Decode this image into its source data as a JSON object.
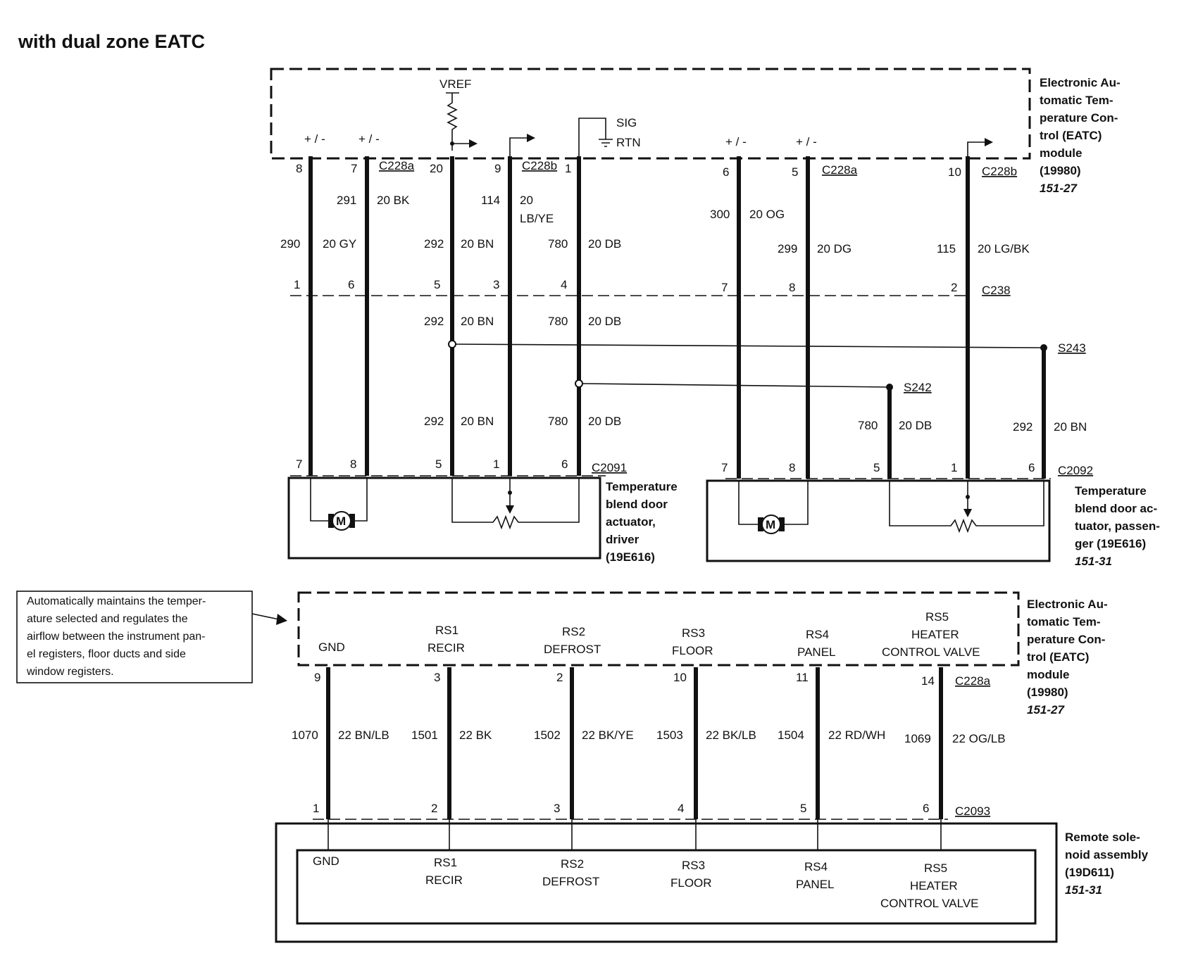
{
  "title": "with dual zone EATC",
  "eatc_module_label": [
    "Electronic Au-",
    "tomatic Tem-",
    "perature Con-",
    "trol (EATC)",
    "module",
    "(19980)"
  ],
  "eatc_module_ref": "151-27",
  "vref": "VREF",
  "sig": "SIG",
  "rtn": "RTN",
  "polarity": "+ / -",
  "connectors": {
    "c228a": "C228a",
    "c228b": "C228b",
    "c238": "C238",
    "c2091": "C2091",
    "c2092": "C2092",
    "c2093": "C2093"
  },
  "splices": {
    "s242": "S242",
    "s243": "S243"
  },
  "driver_wires": [
    {
      "top_pin": "8",
      "circuit": "290",
      "color": "20 GY",
      "c238_pin": "1",
      "bottom_pin": "7"
    },
    {
      "top_pin": "7",
      "circuit": "291",
      "color": "20 BK",
      "c238_pin": "6",
      "bottom_pin": "8"
    },
    {
      "top_pin": "20",
      "circuit": "292",
      "color": "20 BN",
      "c238_pin": "5",
      "bottom_pin": "5"
    },
    {
      "top_pin": "9",
      "circuit": "114",
      "color": "20",
      "color2": "LB/YE",
      "c238_pin": "3",
      "bottom_pin": "1"
    },
    {
      "top_pin": "1",
      "circuit": "780",
      "color": "20 DB",
      "c238_pin": "4",
      "bottom_pin": "6"
    }
  ],
  "driver_lower_labels": [
    {
      "circuit": "292",
      "color": "20 BN"
    },
    {
      "circuit": "780",
      "color": "20 DB"
    }
  ],
  "passenger_wires": [
    {
      "top_pin": "6",
      "circuit": "300",
      "color": "20 OG",
      "c238_pin": "7",
      "bottom_pin": "7"
    },
    {
      "top_pin": "5",
      "circuit": "299",
      "color": "20 DG",
      "c238_pin": "8",
      "bottom_pin": "8"
    },
    {
      "top_pin": "10",
      "circuit": "115",
      "color": "20 LG/BK",
      "c238_pin": "2",
      "bottom_pin": "1"
    }
  ],
  "passenger_branch_wires": [
    {
      "circuit": "780",
      "color": "20 DB",
      "bottom_pin": "5"
    },
    {
      "circuit": "292",
      "color": "20 BN",
      "bottom_pin": "6"
    }
  ],
  "motor_symbol": "M",
  "driver_actuator_label": [
    "Temperature",
    "blend door",
    "actuator,",
    "driver",
    "(19E616)"
  ],
  "passenger_actuator_label": [
    "Temperature",
    "blend door ac-",
    "tuator, passen-",
    "ger (19E616)"
  ],
  "passenger_actuator_ref": "151-31",
  "note_text": [
    "Automatically maintains the temper-",
    "ature selected and regulates the",
    "airflow between the instrument pan-",
    "el registers, floor ducts and side",
    "window registers."
  ],
  "solenoid_wires": [
    {
      "name1": "GND",
      "name2": "",
      "name3": "",
      "top_pin": "9",
      "circuit": "1070",
      "color": "22 BN/LB",
      "bottom_pin": "1"
    },
    {
      "name1": "RS1",
      "name2": "RECIR",
      "name3": "",
      "top_pin": "3",
      "circuit": "1501",
      "color": "22 BK",
      "bottom_pin": "2"
    },
    {
      "name1": "RS2",
      "name2": "DEFROST",
      "name3": "",
      "top_pin": "2",
      "circuit": "1502",
      "color": "22 BK/YE",
      "bottom_pin": "3"
    },
    {
      "name1": "RS3",
      "name2": "FLOOR",
      "name3": "",
      "top_pin": "10",
      "circuit": "1503",
      "color": "22 BK/LB",
      "bottom_pin": "4"
    },
    {
      "name1": "RS4",
      "name2": "PANEL",
      "name3": "",
      "top_pin": "11",
      "circuit": "1504",
      "color": "22 RD/WH",
      "bottom_pin": "5"
    },
    {
      "name1": "RS5",
      "name2": "HEATER",
      "name3": "CONTROL VALVE",
      "top_pin": "14",
      "circuit": "1069",
      "color": "22 OG/LB",
      "bottom_pin": "6"
    }
  ],
  "solenoid_label": [
    "Remote sole-",
    "noid assembly",
    "(19D611)"
  ],
  "solenoid_ref": "151-31"
}
